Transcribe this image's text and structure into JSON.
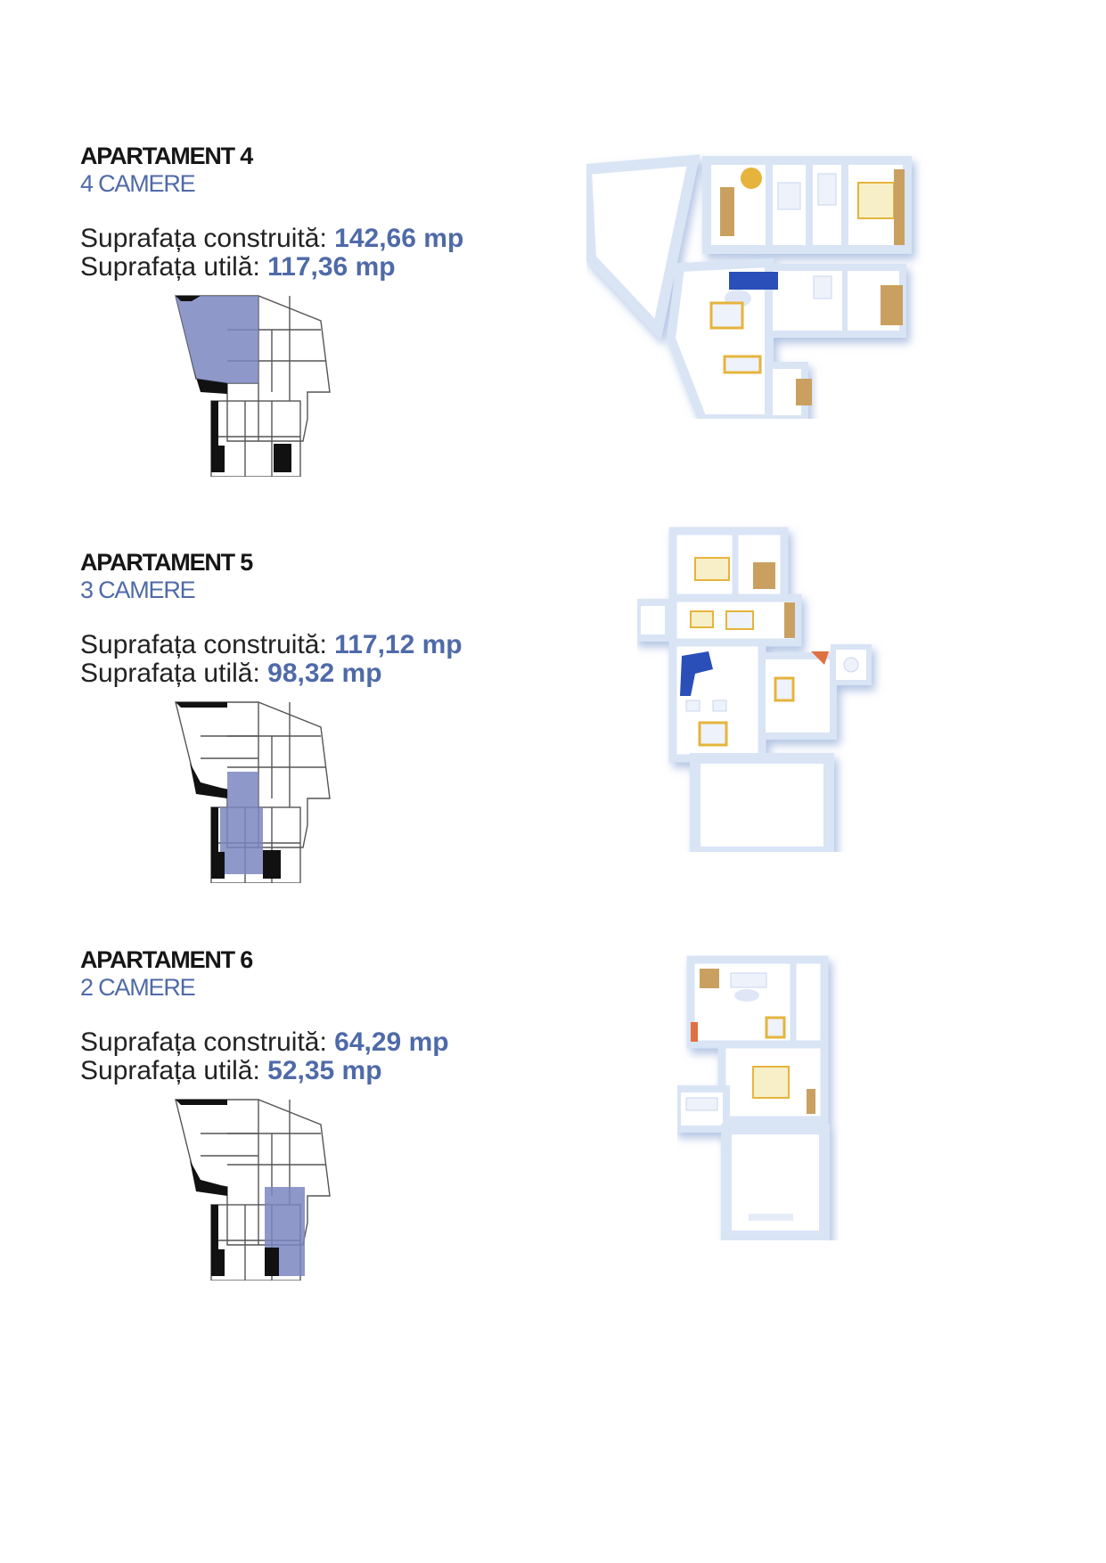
{
  "apartments": [
    {
      "name": "APARTAMENT 4",
      "rooms": "4 CAMERE",
      "built_label": "Suprafața construită:",
      "built_value": "142,66 mp",
      "usable_label": "Suprafața utilă:",
      "usable_value": "117,36 mp"
    },
    {
      "name": "APARTAMENT 5",
      "rooms": "3 CAMERE",
      "built_label": "Suprafața construită:",
      "built_value": "117,12 mp",
      "usable_label": "Suprafața utilă:",
      "usable_value": "98,32 mp"
    },
    {
      "name": "APARTAMENT 6",
      "rooms": "2 CAMERE",
      "built_label": "Suprafața construită:",
      "built_value": "64,29 mp",
      "usable_label": "Suprafața utilă:",
      "usable_value": "52,35 mp"
    }
  ],
  "colors": {
    "accent": "#4f6aa8",
    "highlight": "#7a86c0",
    "wall": "#dfe8f6",
    "floor": "#ffffff",
    "furniture_yellow": "#e6b43c",
    "furniture_blue": "#2b4fb8"
  }
}
